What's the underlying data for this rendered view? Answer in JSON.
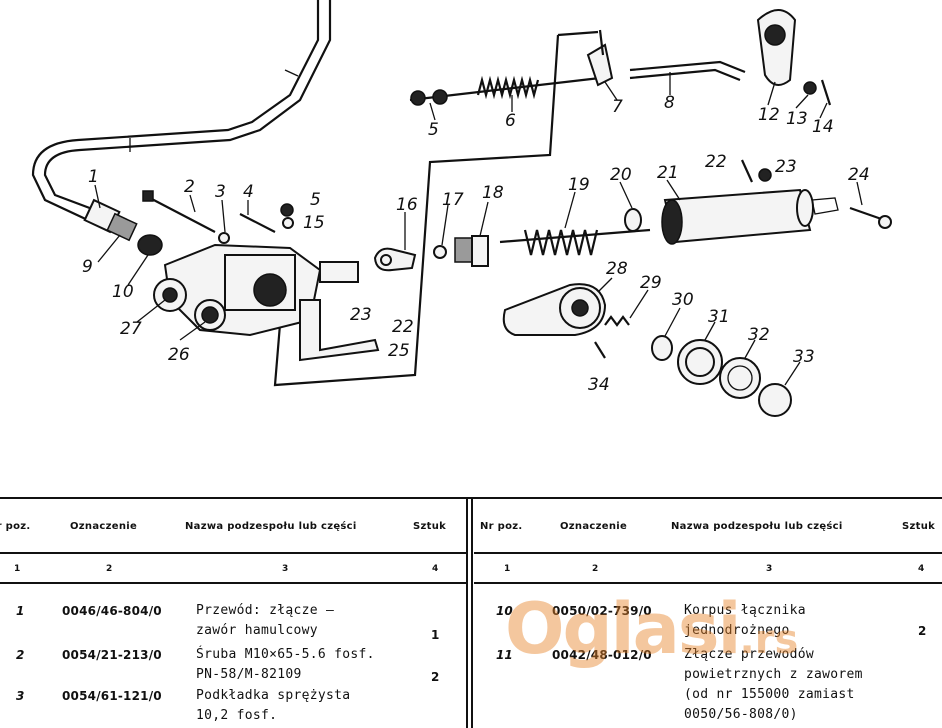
{
  "diagram": {
    "callouts": [
      {
        "id": "1",
        "label": "1"
      },
      {
        "id": "2",
        "label": "2"
      },
      {
        "id": "3",
        "label": "3"
      },
      {
        "id": "4",
        "label": "4"
      },
      {
        "id": "5a",
        "label": "5"
      },
      {
        "id": "15",
        "label": "15"
      },
      {
        "id": "5b",
        "label": "5"
      },
      {
        "id": "6",
        "label": "6"
      },
      {
        "id": "7",
        "label": "7"
      },
      {
        "id": "8",
        "label": "8"
      },
      {
        "id": "12",
        "label": "12"
      },
      {
        "id": "13",
        "label": "13"
      },
      {
        "id": "14",
        "label": "14"
      },
      {
        "id": "9",
        "label": "9"
      },
      {
        "id": "10",
        "label": "10"
      },
      {
        "id": "27",
        "label": "27"
      },
      {
        "id": "26",
        "label": "26"
      },
      {
        "id": "16",
        "label": "16"
      },
      {
        "id": "17",
        "label": "17"
      },
      {
        "id": "18",
        "label": "18"
      },
      {
        "id": "19",
        "label": "19"
      },
      {
        "id": "20",
        "label": "20"
      },
      {
        "id": "21",
        "label": "21"
      },
      {
        "id": "22a",
        "label": "22"
      },
      {
        "id": "23a",
        "label": "23"
      },
      {
        "id": "24",
        "label": "24"
      },
      {
        "id": "23b",
        "label": "23"
      },
      {
        "id": "22b",
        "label": "22"
      },
      {
        "id": "25",
        "label": "25"
      },
      {
        "id": "28",
        "label": "28"
      },
      {
        "id": "29",
        "label": "29"
      },
      {
        "id": "30",
        "label": "30"
      },
      {
        "id": "31",
        "label": "31"
      },
      {
        "id": "32",
        "label": "32"
      },
      {
        "id": "33",
        "label": "33"
      },
      {
        "id": "34",
        "label": "34"
      }
    ]
  },
  "table": {
    "headers": {
      "pos": "Nr poz.",
      "code": "Oznaczenie",
      "name": "Nazwa podzespołu lub części",
      "qty": "Sztuk"
    },
    "column_index": [
      "1",
      "2",
      "3",
      "4"
    ],
    "left_rows": [
      {
        "pos": "1",
        "code": "0046/46-804/0",
        "name_lines": [
          "Przewód: złącze —",
          "zawór hamulcowy"
        ],
        "qty": "1"
      },
      {
        "pos": "2",
        "code": "0054/21-213/0",
        "name_lines": [
          "Śruba M10×65-5.6 fosf.",
          "PN-58/M-82109"
        ],
        "qty": "2"
      },
      {
        "pos": "3",
        "code": "0054/61-121/0",
        "name_lines": [
          "Podkładka sprężysta",
          "10,2 fosf."
        ],
        "qty": ""
      }
    ],
    "right_rows": [
      {
        "pos": "10",
        "code": "0050/02-739/0",
        "name_lines": [
          "Korpus łącznika",
          "jednodrożnego"
        ],
        "qty": "2"
      },
      {
        "pos": "11",
        "code": "0042/48-012/0",
        "name_lines": [
          "Złącze przewodów",
          "powietrznych z zaworem",
          "(od nr 155000 zamiast",
          "0050/56-808/0)"
        ],
        "qty": ""
      }
    ]
  },
  "watermark": {
    "brand": "Oglasi",
    "suffix": ".rs"
  }
}
